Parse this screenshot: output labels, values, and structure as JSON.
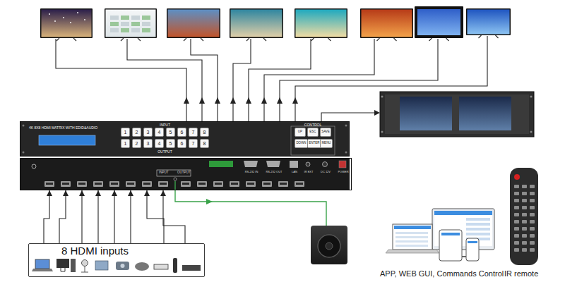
{
  "diagram": {
    "nodes": [
      {
        "text": [
          "4K 8X8 HDMI MATRIX WITH EDID&AUDIO",
          "INPUT",
          "OUTPUT",
          "CONTROL"
        ]
      },
      {
        "text": [
          "1"
        ],
        "in": 0
      },
      {
        "text": [
          "2"
        ],
        "in": 0
      },
      {
        "text": [
          "3"
        ],
        "in": 0
      },
      {
        "text": [
          "4"
        ],
        "in": 0
      },
      {
        "text": [
          "5"
        ],
        "in": 0
      },
      {
        "text": [
          "6"
        ],
        "in": 0
      },
      {
        "text": [
          "7"
        ],
        "in": 0
      },
      {
        "text": [
          "8"
        ],
        "in": 0
      },
      {
        "text": [
          "1"
        ],
        "in": 0
      },
      {
        "text": [
          "2"
        ],
        "in": 0
      },
      {
        "text": [
          "3"
        ],
        "in": 0
      },
      {
        "text": [
          "4"
        ],
        "in": 0
      },
      {
        "text": [
          "5"
        ],
        "in": 0
      },
      {
        "text": [
          "6"
        ],
        "in": 0
      },
      {
        "text": [
          "7"
        ],
        "in": 0
      },
      {
        "text": [
          "8"
        ],
        "in": 0
      },
      {
        "text": [
          "UP"
        ],
        "in": 0
      },
      {
        "text": [
          "ESC"
        ],
        "in": 0
      },
      {
        "text": [
          "SAVE"
        ],
        "in": 0
      },
      {
        "text": [
          "DOWN"
        ],
        "in": 0
      },
      {
        "text": [
          "ENTER"
        ],
        "in": 0
      },
      {
        "text": [
          "MENU"
        ],
        "in": 0
      },
      {
        "text": [
          "INPUT",
          "OUTPUT",
          "RS-232 IN",
          "RS-232 OUT",
          "LAN",
          "IR EXT",
          "DC 12V",
          "POWER"
        ]
      },
      {
        "text": [
          "8 HDMI inputs"
        ]
      }
    ],
    "edges": [
      {
        "from": 24,
        "to": 23,
        "arrow": "to"
      },
      {
        "from": 24,
        "to": 23,
        "arrow": "to"
      },
      {
        "from": 24,
        "to": 23,
        "arrow": "to"
      },
      {
        "from": 24,
        "to": 23,
        "arrow": "to"
      },
      {
        "from": 24,
        "to": 23,
        "arrow": "to"
      },
      {
        "from": 24,
        "to": 23,
        "arrow": "to"
      },
      {
        "from": 24,
        "to": 23,
        "arrow": "to"
      },
      {
        "from": 24,
        "to": 23,
        "arrow": "to"
      }
    ],
    "labels": [
      "APP, WEB GUI, Commands Control",
      "IR remote"
    ]
  }
}
